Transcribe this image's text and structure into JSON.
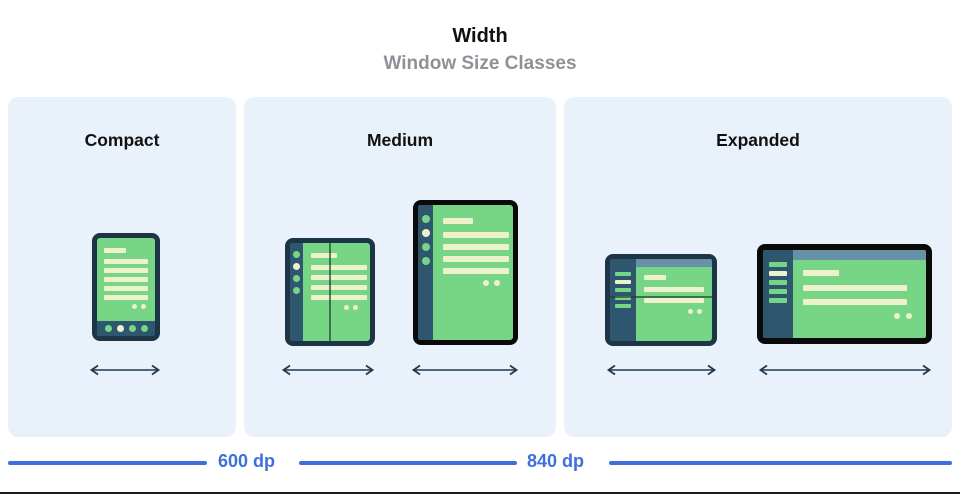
{
  "header": {
    "title": "Width",
    "subtitle": "Window Size Classes"
  },
  "panels": [
    {
      "label": "Compact",
      "devices": [
        "phone"
      ]
    },
    {
      "label": "Medium",
      "devices": [
        "foldable-open",
        "tablet-portrait"
      ]
    },
    {
      "label": "Expanded",
      "devices": [
        "tablet-landscape-foldable",
        "desktop-display"
      ]
    }
  ],
  "scale": {
    "labels": [
      "600 dp",
      "840 dp"
    ]
  },
  "illustration": {
    "phone_nav_dots": [
      "green",
      "cream",
      "green",
      "green"
    ],
    "rail_dots": [
      "green",
      "cream",
      "green",
      "green"
    ],
    "sidebar_bars": [
      "green",
      "cream",
      "green",
      "green",
      "green"
    ],
    "colors": {
      "panel_background": "#e9f1fb",
      "screen_green": "#77d685",
      "skeleton_cream": "#eef2cc",
      "device_navy_border": "#1d3547",
      "device_black_border": "#0a0a0a",
      "rail_navy": "#2e566e",
      "appbar_steel": "#6890a6",
      "scale_blue": "#3e70dc",
      "arrow_navy": "#203a4e"
    }
  }
}
